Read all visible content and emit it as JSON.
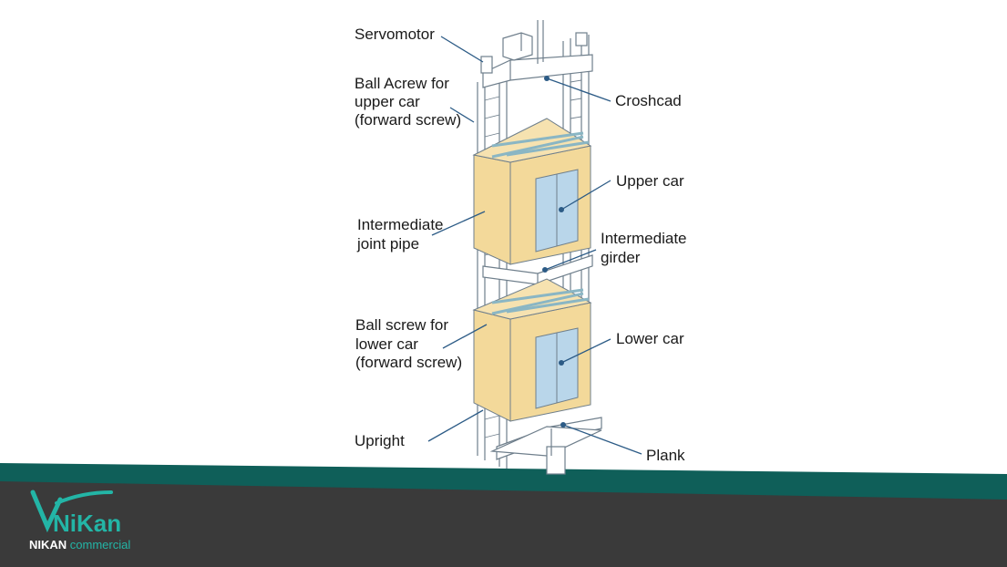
{
  "labels": {
    "servomotor": "Servomotor",
    "ball_screw_upper": [
      "Ball Acrew for",
      "upper car",
      "(forward screw)"
    ],
    "crosshead": "Croshcad",
    "upper_car": "Upper car",
    "intermediate_joint_pipe": [
      "Intermediate",
      "joint pipe"
    ],
    "intermediate_girder": [
      "Intermediate",
      "girder"
    ],
    "ball_screw_lower": [
      "Ball screw for",
      "lower car",
      "(forward screw)"
    ],
    "lower_car": "Lower car",
    "upright": "Upright",
    "plank": "Plank"
  },
  "brand": {
    "name": "NIKAN",
    "tagline": "commercial",
    "logo_text": "NiKan"
  },
  "colors": {
    "car_body": "#f3d99a",
    "door": "#b9d6ea",
    "frame": "#6f7f8c",
    "leader": "#2c5b86",
    "teal_band": "#0f5f59",
    "footer": "#3a3a3a",
    "brand_accent": "#23b5a6"
  }
}
